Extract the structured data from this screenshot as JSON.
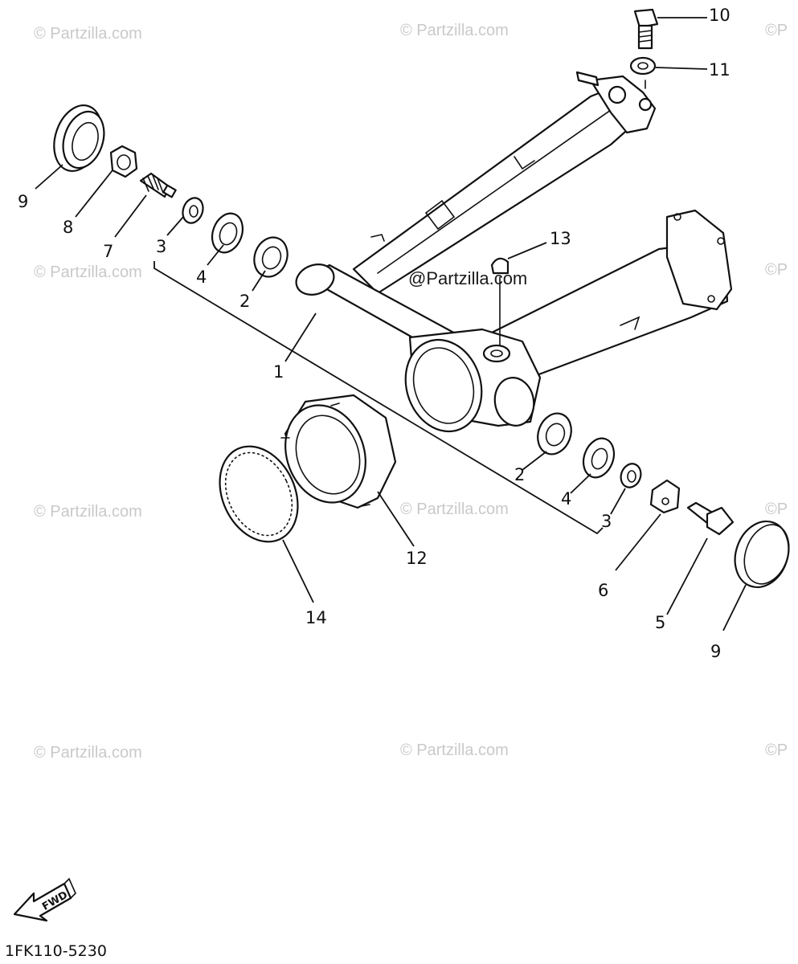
{
  "watermarks": {
    "repeat": "© Partzilla.com",
    "center": "@Partzilla.com",
    "edge": "©P"
  },
  "callouts": {
    "c1": "1",
    "c2a": "2",
    "c2b": "2",
    "c3a": "3",
    "c3b": "3",
    "c4a": "4",
    "c4b": "4",
    "c5": "5",
    "c6": "6",
    "c7": "7",
    "c8": "8",
    "c9a": "9",
    "c9b": "9",
    "c10": "10",
    "c11": "11",
    "c12": "12",
    "c13": "13",
    "c14": "14"
  },
  "fwd_label": "FWD",
  "diagram_code": "1FK110-5230"
}
